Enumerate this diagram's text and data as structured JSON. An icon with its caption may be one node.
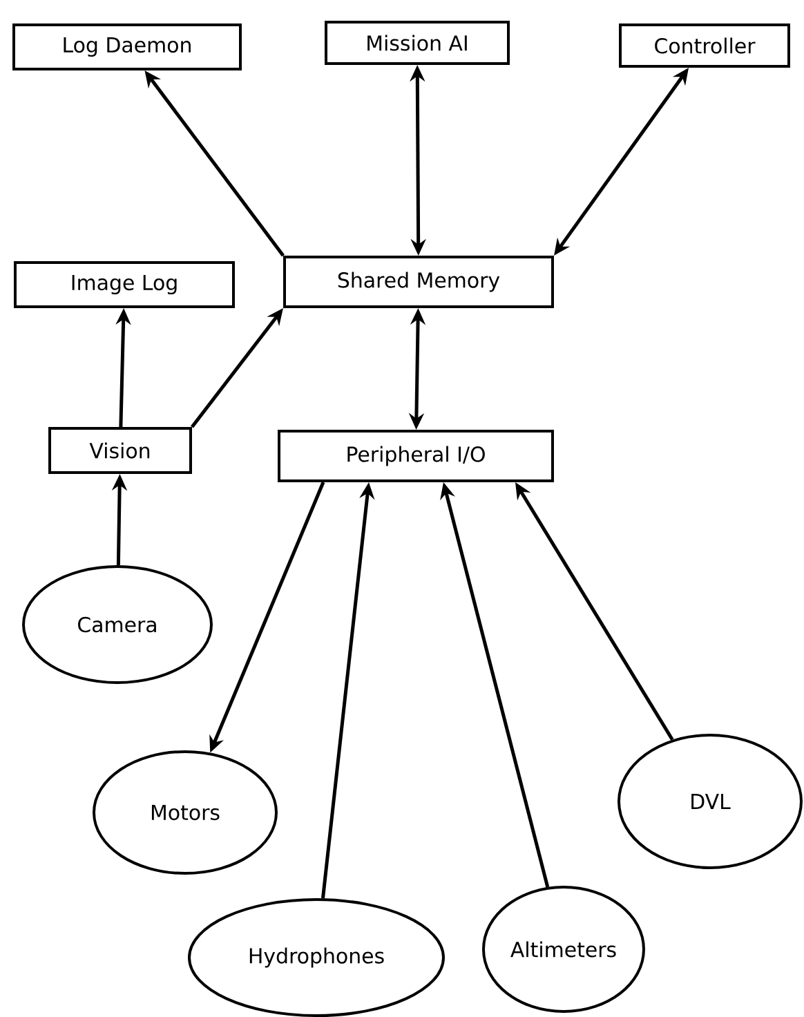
{
  "diagram": {
    "nodes": [
      {
        "text": [
          "Log Daemon"
        ]
      },
      {
        "text": [
          "Mission AI"
        ]
      },
      {
        "text": [
          "Controller"
        ]
      },
      {
        "text": [
          "Shared Memory"
        ]
      },
      {
        "text": [
          "Image Log"
        ]
      },
      {
        "text": [
          "Vision"
        ]
      },
      {
        "text": [
          "Peripheral I/O"
        ]
      },
      {
        "text": [
          "Camera"
        ]
      },
      {
        "text": [
          "Motors"
        ]
      },
      {
        "text": [
          "DVL"
        ]
      },
      {
        "text": [
          "Hydrophones"
        ]
      },
      {
        "text": [
          "Altimeters"
        ]
      }
    ],
    "edges": [
      {
        "from": 3,
        "to": 0,
        "arrow": "to"
      },
      {
        "from": 1,
        "to": 3,
        "arrow": "both"
      },
      {
        "from": 2,
        "to": 3,
        "arrow": "both"
      },
      {
        "from": 5,
        "to": 4,
        "arrow": "to"
      },
      {
        "from": 5,
        "to": 3,
        "arrow": "to"
      },
      {
        "from": 7,
        "to": 5,
        "arrow": "to"
      },
      {
        "from": 3,
        "to": 6,
        "arrow": "both"
      },
      {
        "from": 6,
        "to": 8,
        "arrow": "to"
      },
      {
        "from": 10,
        "to": 6,
        "arrow": "to"
      },
      {
        "from": 11,
        "to": 6,
        "arrow": "to"
      },
      {
        "from": 9,
        "to": 6,
        "arrow": "to"
      }
    ]
  }
}
